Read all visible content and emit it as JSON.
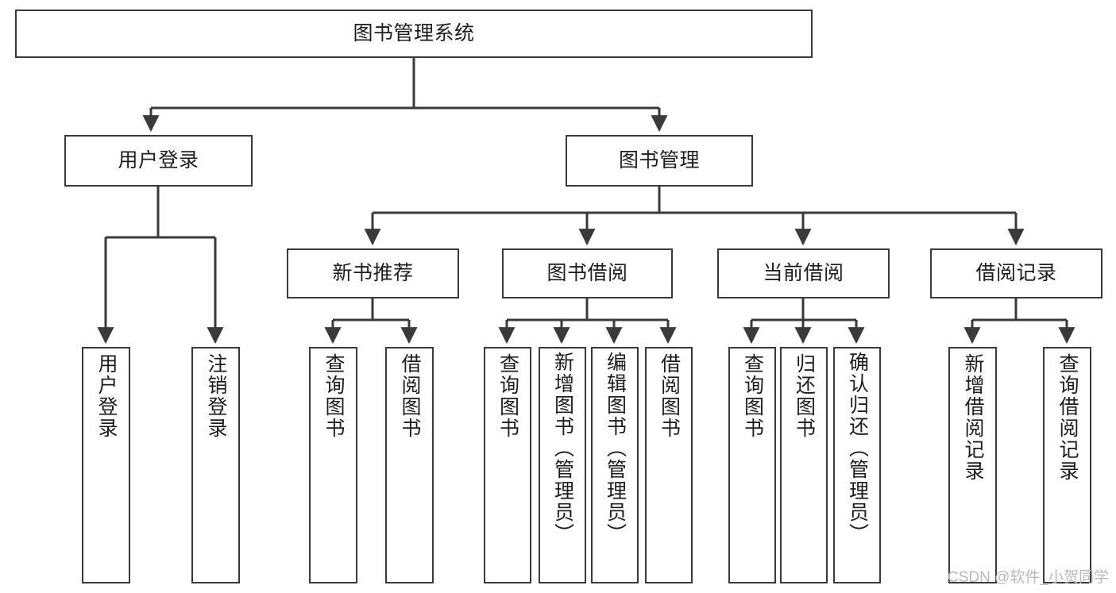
{
  "diagram": {
    "title": "图书管理系统",
    "type": "tree",
    "watermark": "CSDN @软件_小贺同学",
    "colors": {
      "box_border": "#3a3a3a",
      "box_fill": "#ffffff",
      "connector": "#3a3a3a",
      "text": "#1d1d1d",
      "watermark": "#b9b9b9",
      "background": "#ffffff"
    },
    "root": {
      "label": "图书管理系统"
    },
    "level1": [
      {
        "label": "用户登录"
      },
      {
        "label": "图书管理"
      }
    ],
    "level2": [
      {
        "label": "新书推荐"
      },
      {
        "label": "图书借阅"
      },
      {
        "label": "当前借阅"
      },
      {
        "label": "借阅记录"
      }
    ],
    "leaves": {
      "user_login": [
        {
          "label": "用户登录"
        },
        {
          "label": "注销登录"
        }
      ],
      "new_book_recommend": [
        {
          "label": "查询图书"
        },
        {
          "label": "借阅图书"
        }
      ],
      "book_borrow": [
        {
          "label": "查询图书"
        },
        {
          "label": "新增图书（管理员）"
        },
        {
          "label": "编辑图书（管理员）"
        },
        {
          "label": "借阅图书"
        }
      ],
      "current_borrow": [
        {
          "label": "查询图书"
        },
        {
          "label": "归还图书"
        },
        {
          "label": "确认归还（管理员）"
        }
      ],
      "borrow_record": [
        {
          "label": "新增借阅记录"
        },
        {
          "label": "查询借阅记录"
        }
      ]
    }
  }
}
